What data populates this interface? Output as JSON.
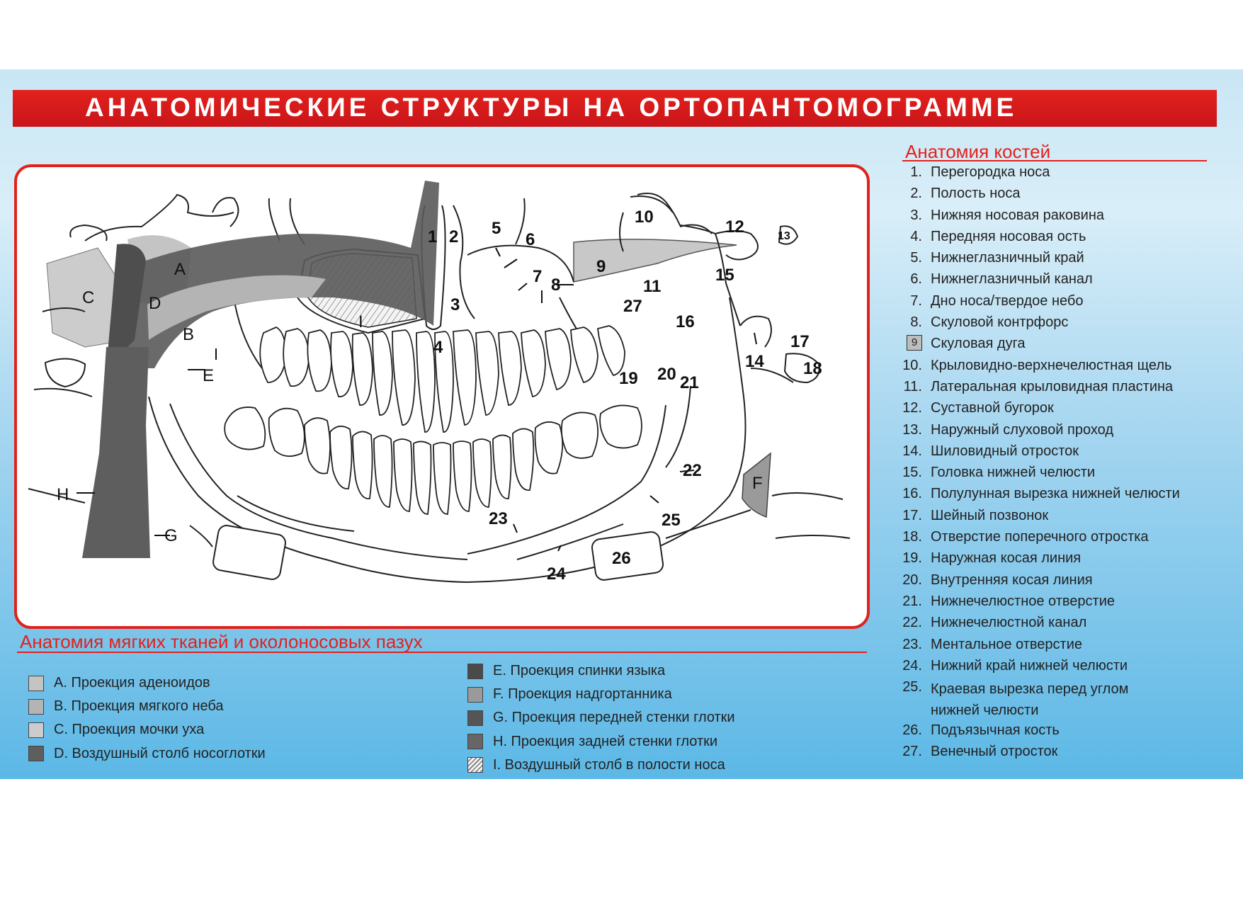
{
  "title": "АНАТОМИЧЕСКИЕ СТРУКТУРЫ НА ОРТОПАНТОМОГРАММЕ",
  "bones": {
    "heading": "Анатомия костей",
    "items": [
      {
        "num": "1.",
        "text": "Перегородка носа"
      },
      {
        "num": "2.",
        "text": "Полость носа"
      },
      {
        "num": "3.",
        "text": "Нижняя носовая раковина"
      },
      {
        "num": "4.",
        "text": "Передняя носовая ость"
      },
      {
        "num": "5.",
        "text": "Нижнеглазничный край"
      },
      {
        "num": "6.",
        "text": "Нижнеглазничный канал"
      },
      {
        "num": "7.",
        "text": "Дно носа/твердое небо"
      },
      {
        "num": "8.",
        "text": "Скуловой контрфорс"
      },
      {
        "num": "9",
        "text": "Скуловая дуга",
        "boxed": true
      },
      {
        "num": "10.",
        "text": "Крыловидно-верхнечелюстная щель"
      },
      {
        "num": "11.",
        "text": "Латеральная крыловидная пластина"
      },
      {
        "num": "12.",
        "text": "Суставной бугорок"
      },
      {
        "num": "13.",
        "text": "Наружный слуховой проход"
      },
      {
        "num": "14.",
        "text": "Шиловидный отросток"
      },
      {
        "num": "15.",
        "text": "Головка нижней челюсти"
      },
      {
        "num": "16.",
        "text": "Полулунная вырезка нижней челюсти"
      },
      {
        "num": "17.",
        "text": "Шейный позвонок"
      },
      {
        "num": "18.",
        "text": "Отверстие поперечного отростка"
      },
      {
        "num": "19.",
        "text": "Наружная косая линия"
      },
      {
        "num": "20.",
        "text": "Внутренняя косая линия"
      },
      {
        "num": "21.",
        "text": "Нижнечелюстное отверстие"
      },
      {
        "num": "22.",
        "text": "Нижнечелюстной канал"
      },
      {
        "num": "23.",
        "text": "Ментальное отверстие"
      },
      {
        "num": "24.",
        "text": "Нижний край нижней челюсти"
      },
      {
        "num": "25.",
        "text": "Краевая вырезка перед углом нижней челюсти",
        "text1": "Краевая вырезка перед углом",
        "text2": "нижней челюсти"
      },
      {
        "num": "26.",
        "text": "Подъязычная кость"
      },
      {
        "num": "27.",
        "text": "Венечный отросток"
      }
    ]
  },
  "soft": {
    "heading": "Анатомия мягких тканей и околоносовых пазух",
    "left": [
      {
        "text": "A. Проекция аденоидов",
        "color": "#c4c4c4"
      },
      {
        "text": "B. Проекция мягкого неба",
        "color": "#b4b4b4"
      },
      {
        "text": "C. Проекция мочки уха",
        "color": "#cccccc"
      },
      {
        "text": "D. Воздушный столб носоглотки",
        "color": "#5e5e5e"
      }
    ],
    "right": [
      {
        "text": "E. Проекция спинки языка",
        "color": "#4a4a4a"
      },
      {
        "text": "F. Проекция надгортанника",
        "color": "#9a9a9a"
      },
      {
        "text": "G. Проекция передней стенки глотки",
        "color": "#555555"
      },
      {
        "text": "H. Проекция задней стенки глотки",
        "color": "#666666"
      },
      {
        "text": "I. Воздушный столб в полости носа",
        "color": "hatch"
      }
    ]
  },
  "diagram": {
    "labels": {
      "n1": "1",
      "n2": "2",
      "n3": "3",
      "n4": "4",
      "n5": "5",
      "n6": "6",
      "n7": "7",
      "n8": "8",
      "n9": "9",
      "n10": "10",
      "n11": "11",
      "n12": "12",
      "n13": "13",
      "n14": "14",
      "n15": "15",
      "n16": "16",
      "n17": "17",
      "n18": "18",
      "n19": "19",
      "n20": "20",
      "n21": "21",
      "n22": "22",
      "n23": "23",
      "n24": "24",
      "n25": "25",
      "n26": "26",
      "n27": "27",
      "A": "A",
      "B": "B",
      "C": "C",
      "D": "D",
      "E": "E",
      "F": "F",
      "G": "G",
      "H": "H",
      "I": "I"
    }
  }
}
